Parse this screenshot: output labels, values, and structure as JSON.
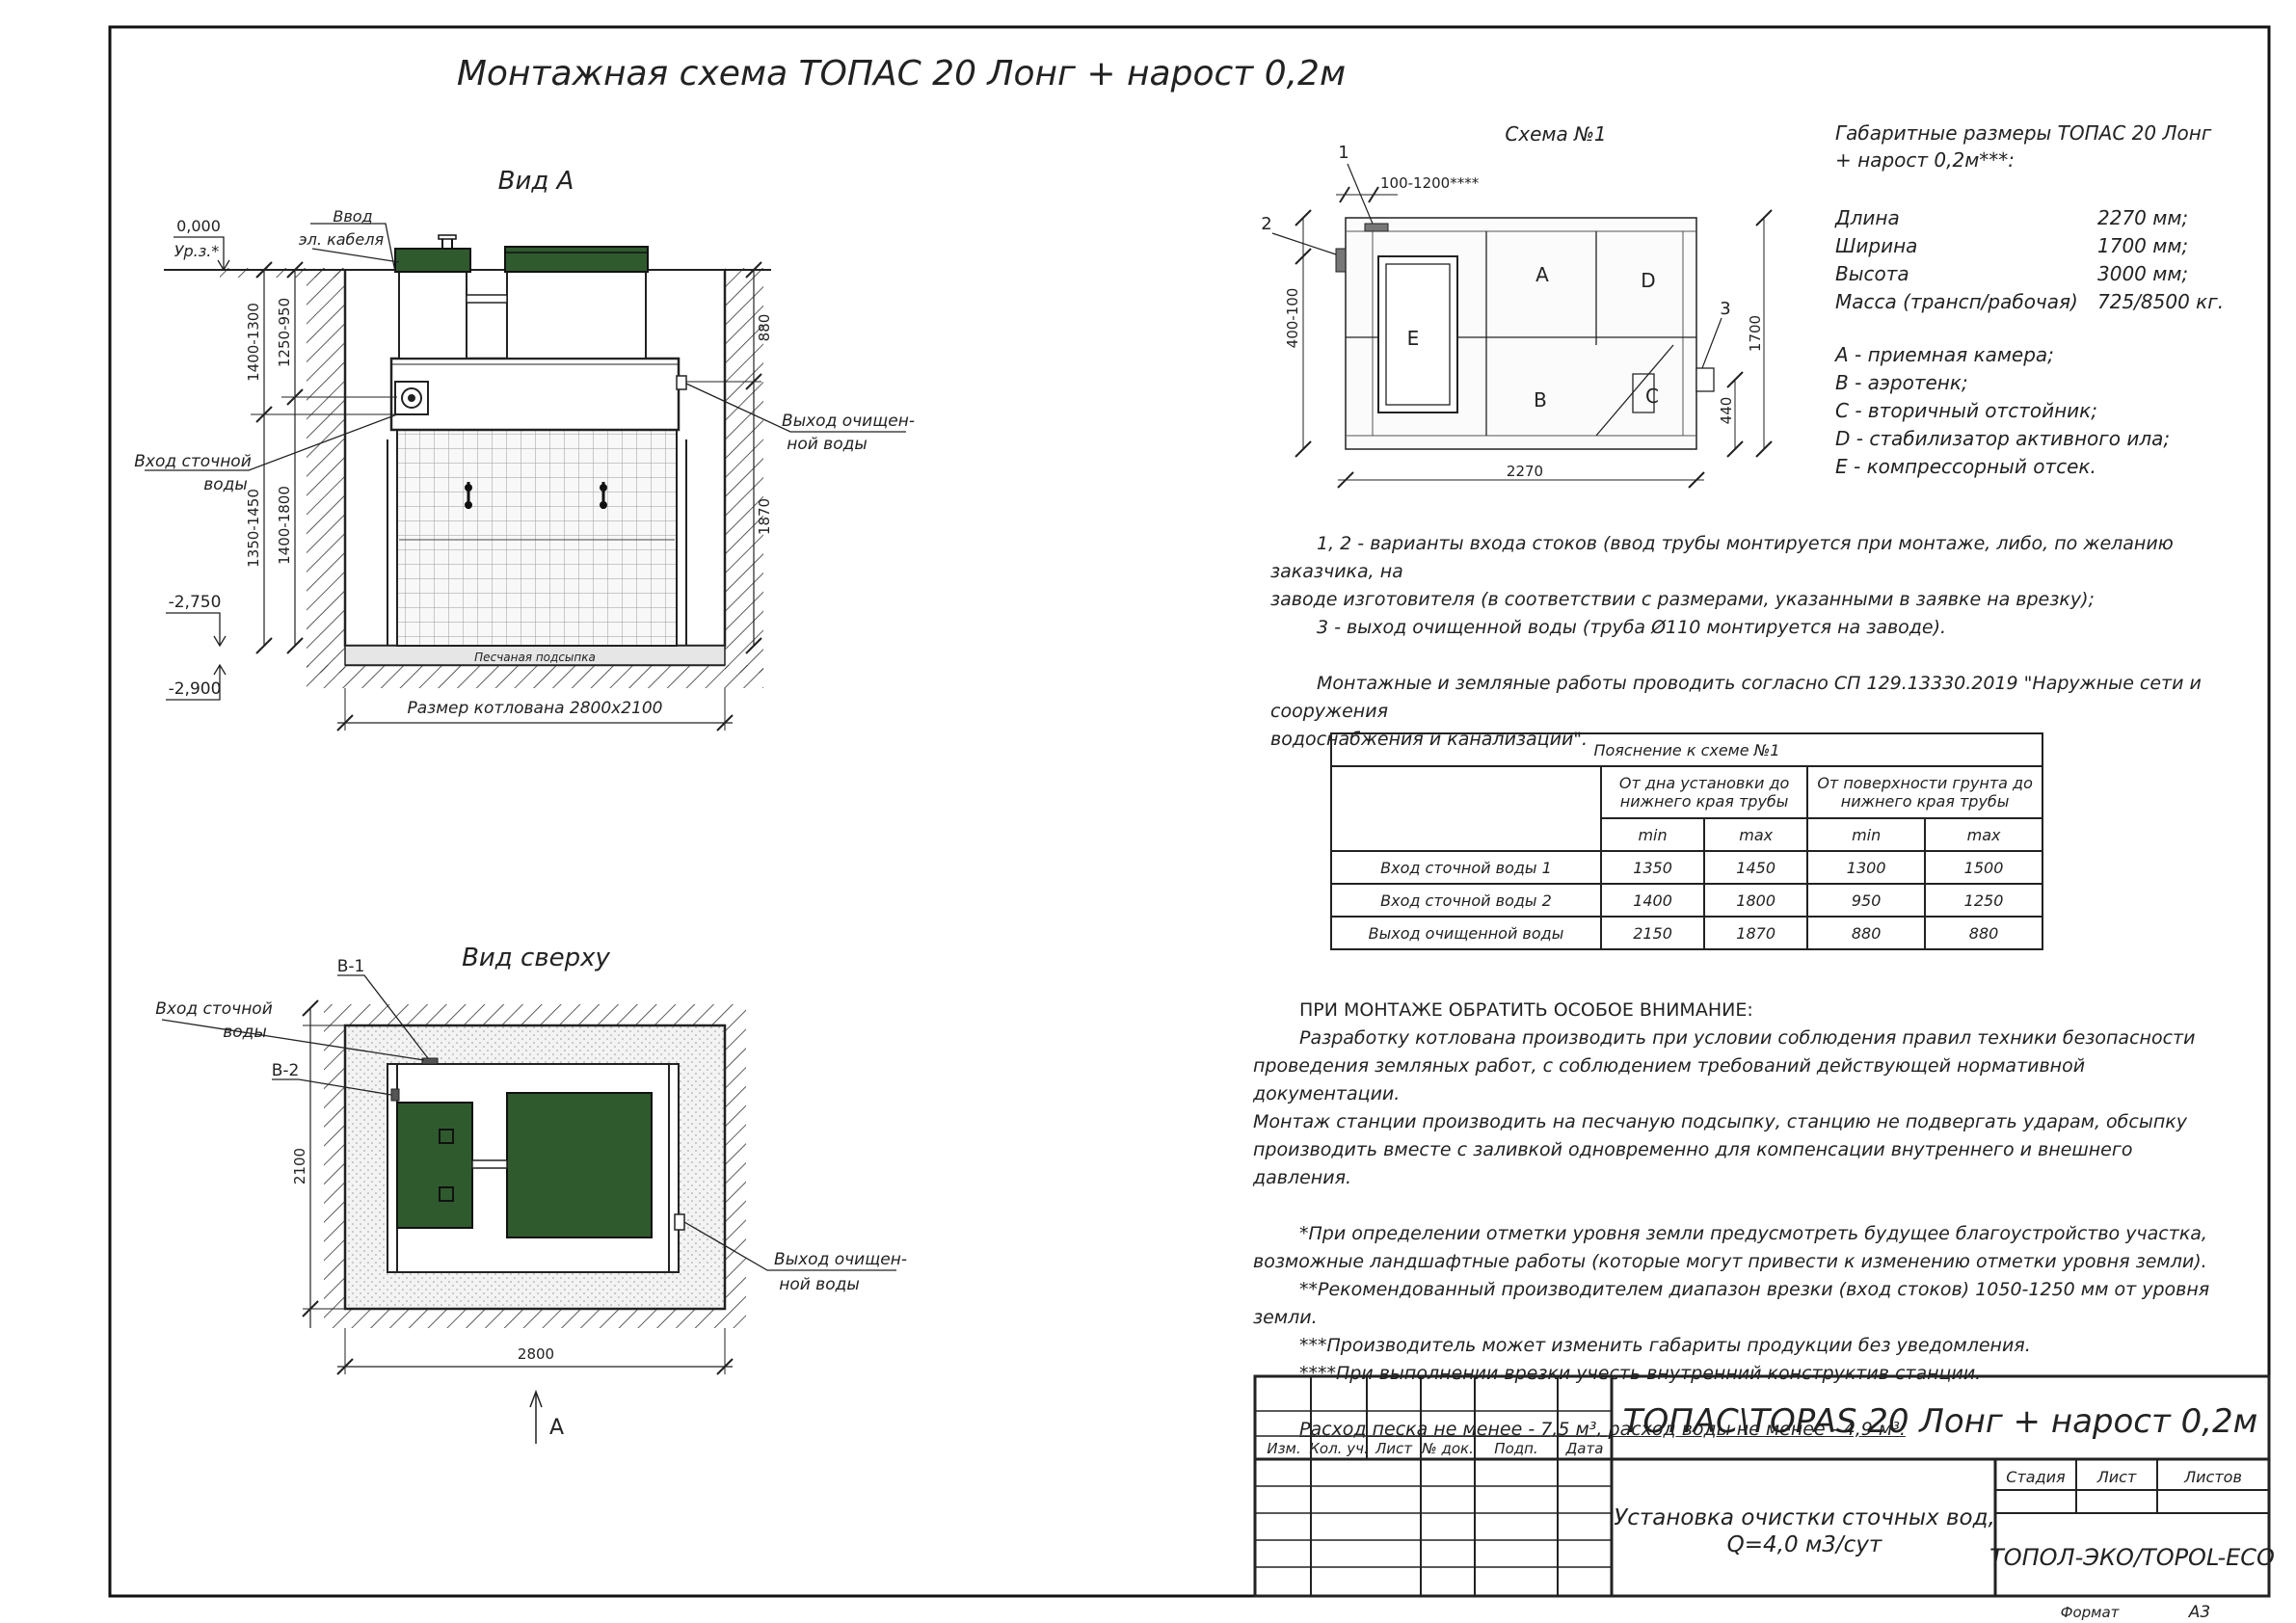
{
  "title": "Монтажная схема ТОПАС 20 Лонг + нарост 0,2м",
  "view_a": {
    "title": "Вид А",
    "level_top": "0,000",
    "level_label": "Ур.з.*",
    "level_mid": "-2,750",
    "level_bottom": "-2,900",
    "cable_entry_1": "Ввод",
    "cable_entry_2": "эл. кабеля",
    "inlet_1": "Вход сточной",
    "inlet_2": "воды",
    "outlet_1": "Выход очищен-",
    "outlet_2": "ной воды",
    "dim_1400_1300": "1400-1300",
    "dim_1250_950": "1250-950",
    "dim_1350_1450": "1350-1450",
    "dim_1400_1800": "1400-1800",
    "dim_880": "880",
    "dim_1870": "1870",
    "sand_bed": "Песчаная подсыпка",
    "pit_size": "Размер котлована 2800х2100"
  },
  "view_top": {
    "title": "Вид сверху",
    "b1": "В-1",
    "b2": "В-2",
    "inlet_1": "Вход сточной",
    "inlet_2": "воды",
    "outlet_1": "Выход очищен-",
    "outlet_2": "ной воды",
    "dim_2100": "2100",
    "dim_2800": "2800",
    "arrow_label": "А"
  },
  "scheme": {
    "title": "Схема №1",
    "label_1": "1",
    "label_2": "2",
    "label_3": "3",
    "dim_top": "100-1200****",
    "dim_left": "400-100",
    "dim_1700": "1700",
    "dim_440": "440",
    "dim_2270": "2270",
    "zone_a": "A",
    "zone_b": "B",
    "zone_c": "C",
    "zone_d": "D",
    "zone_e": "E"
  },
  "dimensions": {
    "heading_1": "Габаритные размеры ТОПАС 20 Лонг",
    "heading_2": "+ нарост 0,2м***:",
    "rows": [
      {
        "k": "Длина",
        "v": "2270 мм;"
      },
      {
        "k": "Ширина",
        "v": "1700 мм;"
      },
      {
        "k": "Высота",
        "v": "3000 мм;"
      },
      {
        "k": "Масса (трансп/рабочая)",
        "v": "725/8500 кг."
      }
    ],
    "legend": [
      "A - приемная камера;",
      "B - аэротенк;",
      "C - вторичный отстойник;",
      "D - стабилизатор активного ила;",
      "E - компрессорный отсек."
    ]
  },
  "notes": {
    "n1a": "1, 2 - варианты входа  стоков (ввод трубы монтируется при монтаже, либо, по желанию заказчика, на",
    "n1b": "заводе изготовителя (в соответствии с размерами, указанными в заявке на врезку);",
    "n1c": "3 - выход очищенной воды (труба Ø110 монтируется на заводе).",
    "n2a": "Монтажные и земляные работы проводить согласно СП 129.13330.2019 \"Наружные сети и сооружения",
    "n2b": "водоснабжения и канализации\"."
  },
  "table": {
    "caption": "Пояснение к схеме №1",
    "head_left": "От дна установки до нижнего края трубы",
    "head_right": "От поверхности грунта до нижнего края трубы",
    "min": "min",
    "max": "max",
    "rows": [
      {
        "name": "Вход сточной воды 1",
        "a": "1350",
        "b": "1450",
        "c": "1300",
        "d": "1500"
      },
      {
        "name": "Вход сточной воды 2",
        "a": "1400",
        "b": "1800",
        "c": "950",
        "d": "1250"
      },
      {
        "name": "Выход очищенной воды",
        "a": "2150",
        "b": "1870",
        "c": "880",
        "d": "880"
      }
    ]
  },
  "attention": {
    "heading": "ПРИ МОНТАЖЕ ОБРАТИТЬ ОСОБОЕ ВНИМАНИЕ:",
    "l1": "Разработку котлована производить при условии соблюдения правил техники безопасности",
    "l2": "проведения земляных работ, с соблюдением требований действующей нормативной документации.",
    "l3": "Монтаж станции производить на песчаную подсыпку, станцию не подвергать ударам, обсыпку",
    "l4": "производить вместе с заливкой одновременно для компенсации внутреннего и внешнего давления.",
    "f1a": "*При определении отметки уровня земли предусмотреть будущее благоустройство участка,",
    "f1b": "возможные ландшафтные работы (которые могут привести к изменению отметки уровня земли).",
    "f2": "**Рекомендованный производителем диапазон врезки (вход стоков) 1050-1250 мм от уровня земли.",
    "f3": "***Производитель может изменить габариты продукции без уведомления.",
    "f4": "****При выполнении врезки учесть внутренний конструктив станции.",
    "usage": "Расход песка не менее -  7,5 м³, расход воды не менее - 4,9 м³."
  },
  "stamp": {
    "izm": "Изм.",
    "kol": "Кол. уч.",
    "list": "Лист",
    "ndok": "№ док.",
    "podp": "Подп.",
    "data": "Дата",
    "title": "ТОПАС\\TOPAS 20 Лонг + нарост 0,2м",
    "desc_1": "Установка очистки сточных вод,",
    "desc_2": "Q=4,0 м3/сут",
    "stadiya": "Стадия",
    "list2": "Лист",
    "listov": "Листов",
    "org": "ТОПОЛ-ЭКО/TOPOL-ECO",
    "format_label": "Формат",
    "format_value": "А3"
  },
  "colors": {
    "tank_green": "#2f5a2e",
    "sand": "#efefef"
  }
}
